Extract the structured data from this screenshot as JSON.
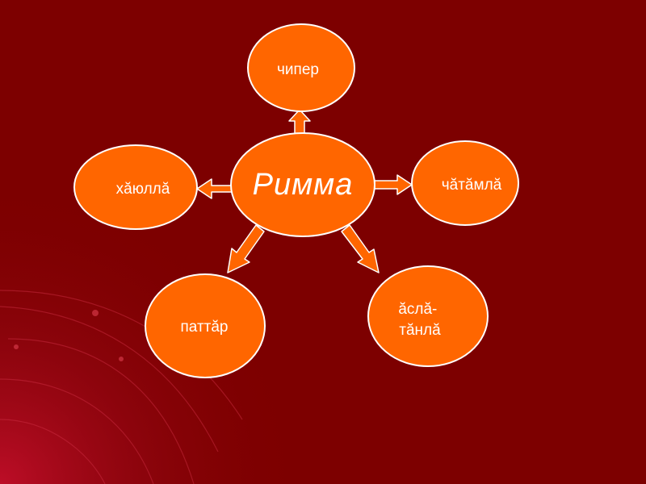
{
  "diagram": {
    "center": {
      "label": "Римма"
    },
    "nodes": [
      {
        "id": "top",
        "lines": [
          "чипер"
        ]
      },
      {
        "id": "right",
        "lines": [
          "чӑтӑмлӑ"
        ]
      },
      {
        "id": "left",
        "lines": [
          "хӑюллӑ"
        ]
      },
      {
        "id": "bottom-left",
        "lines": [
          "паттӑр"
        ]
      },
      {
        "id": "bottom-right",
        "lines": [
          "ӑслӑ-",
          "тӑнлӑ"
        ]
      }
    ]
  },
  "colors": {
    "background": "#7d0000",
    "node_fill": "#ff6600",
    "node_outline": "#ffffff",
    "arrow_fill": "#ff6600",
    "text": "#ffffff"
  }
}
